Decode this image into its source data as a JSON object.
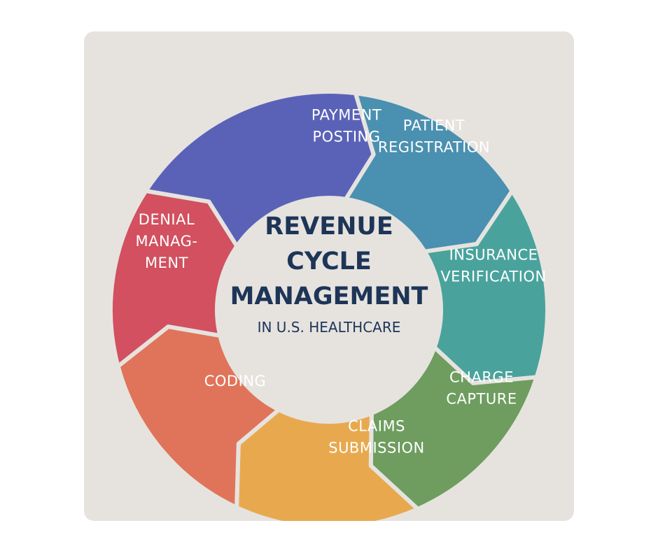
{
  "center": {
    "title_lines": [
      "REVENUE",
      "CYCLE",
      "MANAGEMENT"
    ],
    "subtitle": "IN U.S. HEALTHCARE"
  },
  "stages": [
    {
      "id": "payment-posting",
      "lines": [
        "PAYMENT",
        "POSTING"
      ],
      "color": "#5a62b8"
    },
    {
      "id": "patient-registration",
      "lines": [
        "PATIENT",
        "REGISTRATION"
      ],
      "color": "#4a90b0"
    },
    {
      "id": "insurance-verification",
      "lines": [
        "INSURANCE",
        "VERIFICATION"
      ],
      "color": "#49a39c"
    },
    {
      "id": "charge-capture",
      "lines": [
        "CHARGE",
        "CAPTURE"
      ],
      "color": "#6e9d5f"
    },
    {
      "id": "claims-submission",
      "lines": [
        "CLAIMS",
        "SUBMISSION"
      ],
      "color": "#e8a94e"
    },
    {
      "id": "coding",
      "lines": [
        "CODING"
      ],
      "color": "#e0745a"
    },
    {
      "id": "denial-management",
      "lines": [
        "DENIAL",
        "MANAG-",
        "MENT"
      ],
      "color": "#d2505f"
    }
  ],
  "colors": {
    "background": "#e6e3df",
    "center_fill": "#e6e3df",
    "center_text": "#1d3557",
    "label_text": "#ffffff"
  }
}
